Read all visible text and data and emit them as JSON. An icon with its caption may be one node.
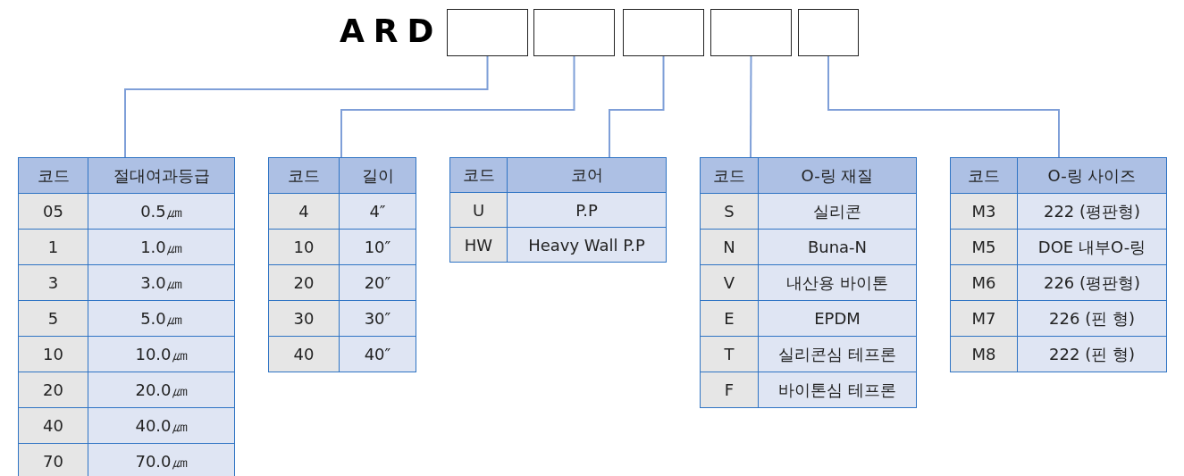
{
  "diagram": {
    "nodes": [
      {
        "text": [],
        "shape": "box"
      },
      {
        "text": [],
        "shape": "box"
      },
      {
        "text": [],
        "shape": "box"
      },
      {
        "text": [],
        "shape": "box"
      },
      {
        "text": [],
        "shape": "box"
      },
      {
        "text": [
          "코드",
          "절대여과등급",
          "05",
          "0.5㎛",
          "1",
          "1.0㎛",
          "3",
          "3.0㎛",
          "5",
          "5.0㎛",
          "10",
          "10.0㎛",
          "20",
          "20.0㎛",
          "40",
          "40.0㎛",
          "70",
          "70.0㎛"
        ]
      },
      {
        "text": [
          "코드",
          "길이",
          "4",
          "4″",
          "10",
          "10″",
          "20",
          "20″",
          "30",
          "30″",
          "40",
          "40″"
        ]
      },
      {
        "text": [
          "코드",
          "코어",
          "U",
          "P.P",
          "HW",
          "Heavy Wall P.P"
        ]
      },
      {
        "text": [
          "코드",
          "O-링 재질",
          "S",
          "실리콘",
          "N",
          "Buna-N",
          "V",
          "내산용 바이톤",
          "E",
          "EPDM",
          "T",
          "실리콘심 테프론",
          "F",
          "바이톤심 테프론"
        ]
      },
      {
        "text": [
          "코드",
          "O-링 사이즈",
          "M3",
          "222 (평판형)",
          "M5",
          "DOE 내부O-링",
          "M6",
          "226 (평판형)",
          "M7",
          "226 (핀 형)",
          "M8",
          "222 (핀 형)"
        ]
      }
    ],
    "edges": [
      {
        "from": 0,
        "to": 5,
        "arrow": "none"
      },
      {
        "from": 1,
        "to": 6,
        "arrow": "none"
      },
      {
        "from": 2,
        "to": 7,
        "arrow": "none"
      },
      {
        "from": 3,
        "to": 8,
        "arrow": "none"
      },
      {
        "from": 4,
        "to": 9,
        "arrow": "none"
      }
    ],
    "labels": [
      "ARD"
    ]
  }
}
